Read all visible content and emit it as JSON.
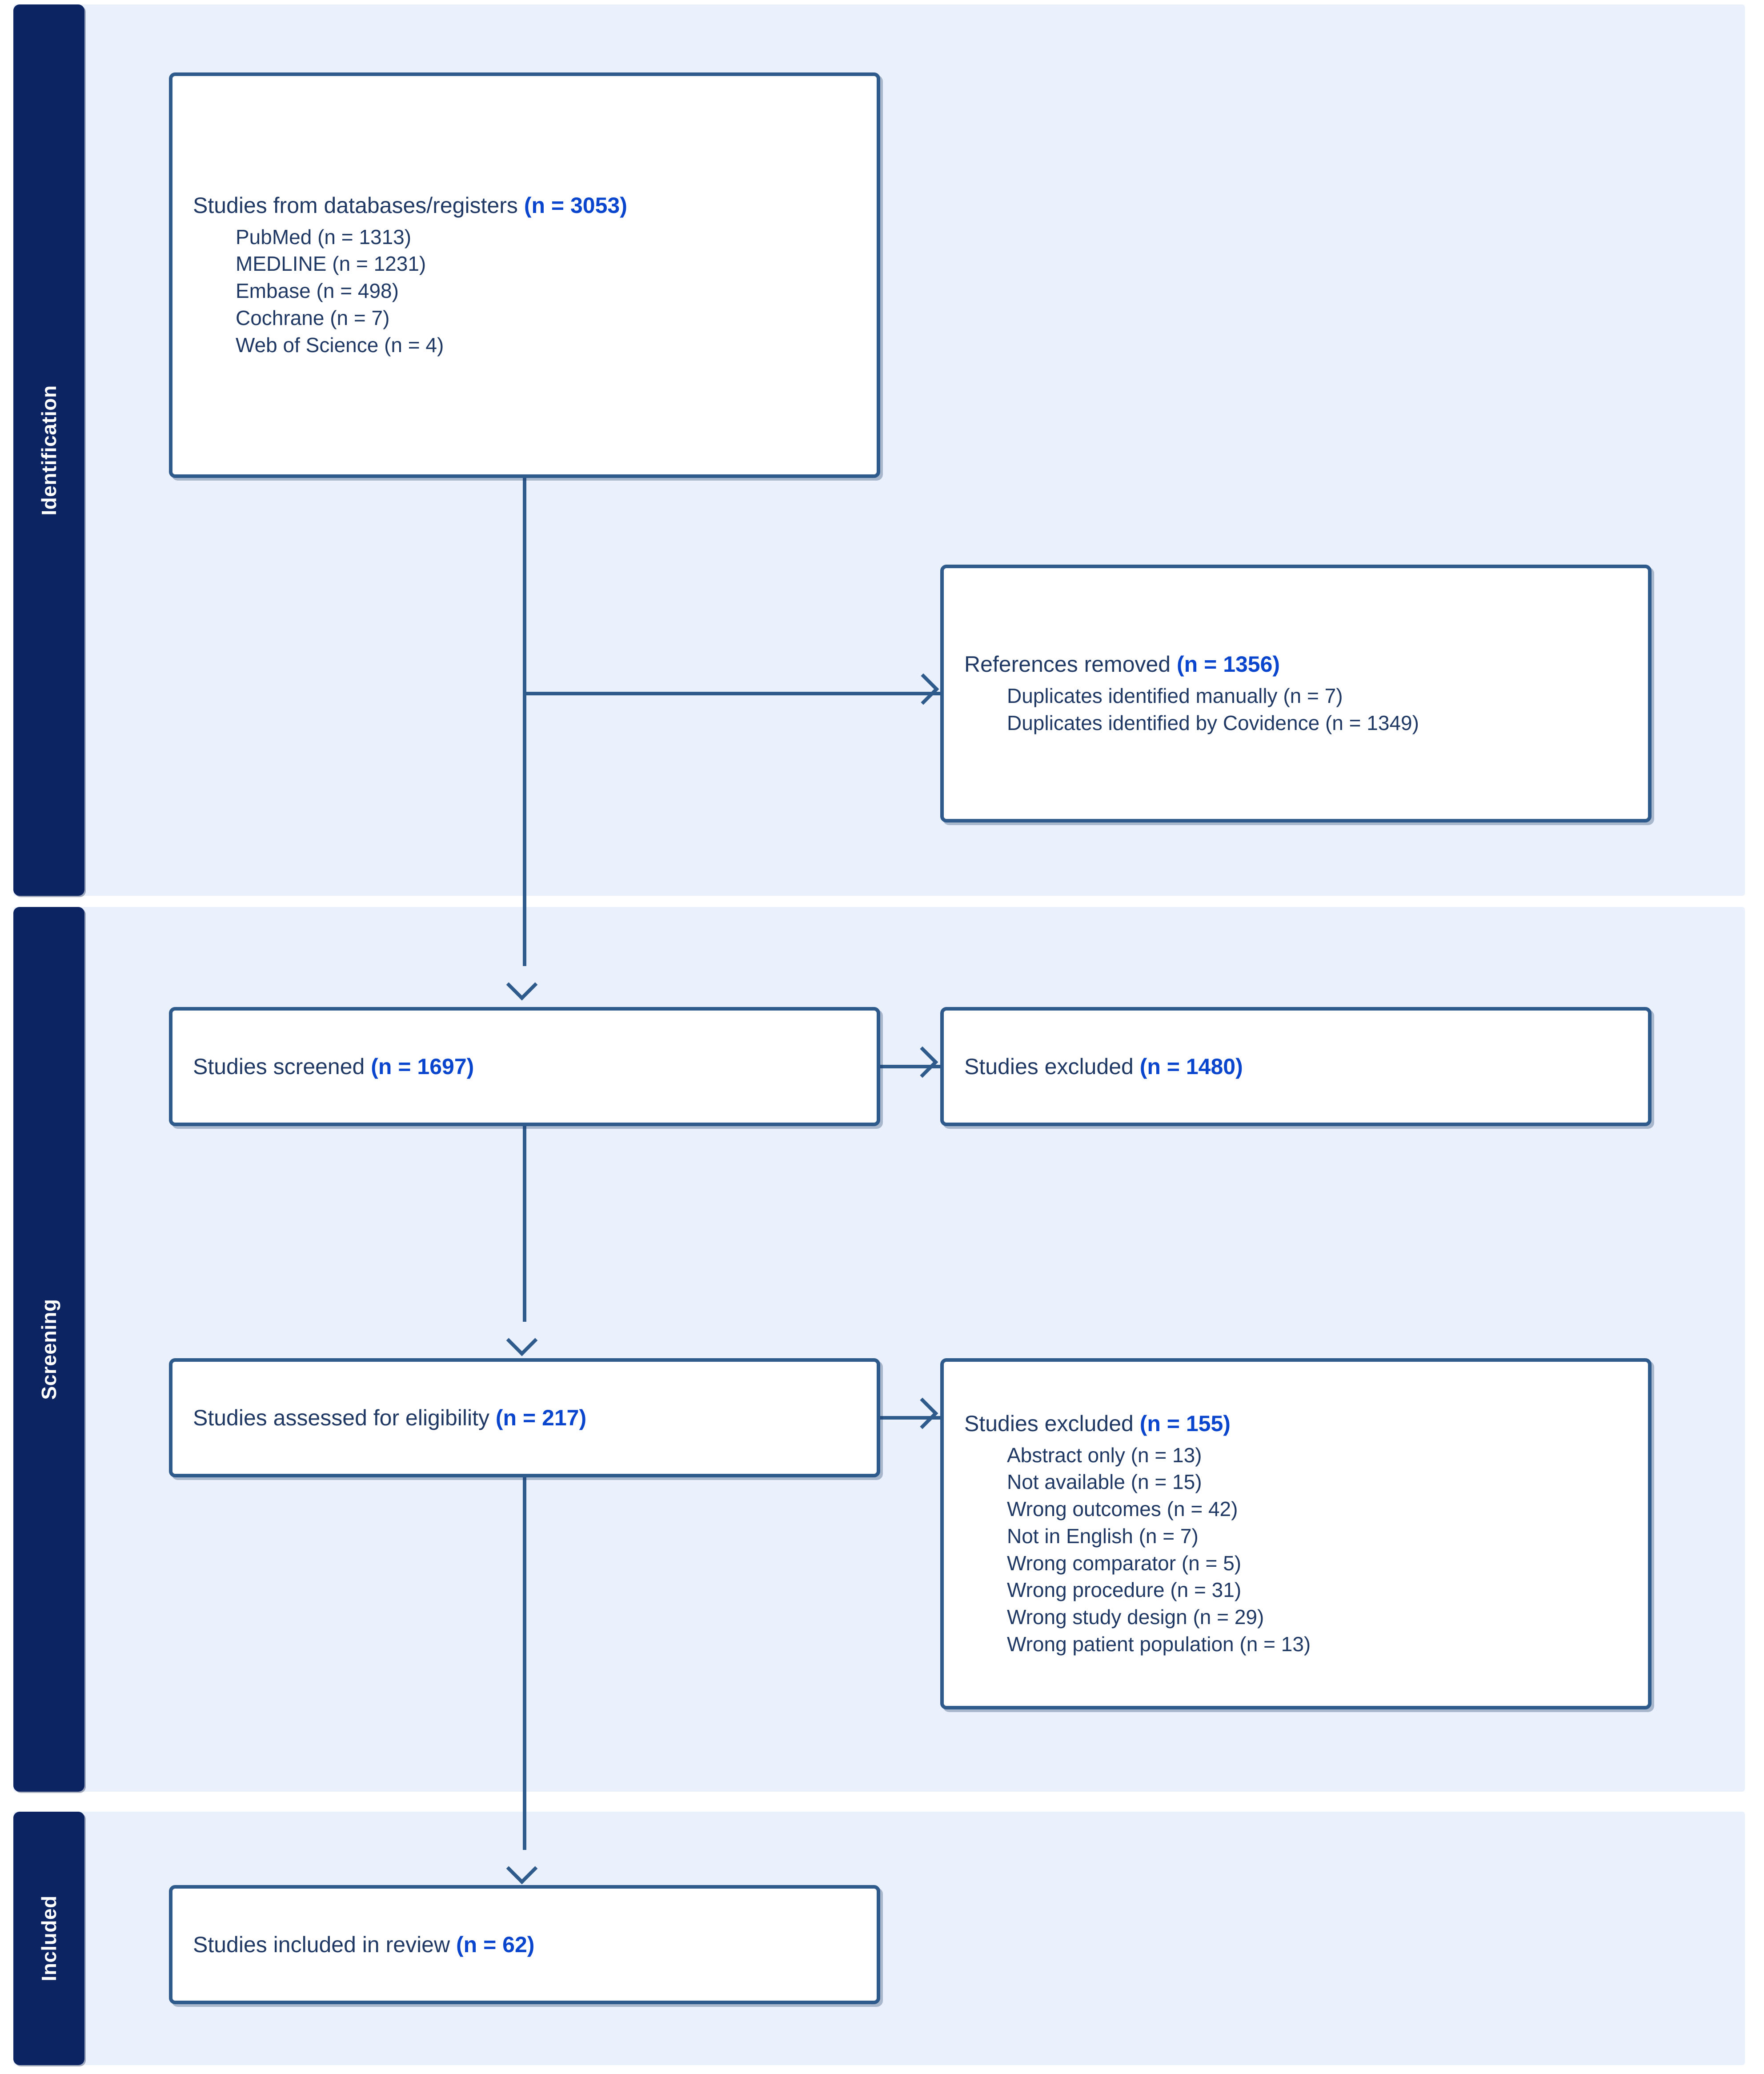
{
  "diagram": {
    "type": "prisma-flow-diagram",
    "colors": {
      "band_background": "#EAF1FD",
      "pillar_background": "#0D2463",
      "box_border": "#2E5B8C",
      "text_navy": "#1F3864",
      "count_blue": "#0A45CE",
      "page_background": "#FFFFFF"
    }
  },
  "stages": {
    "identification": {
      "label": "Identification"
    },
    "screening": {
      "label": "Screening"
    },
    "included": {
      "label": "Included"
    }
  },
  "nodes": {
    "sources": {
      "title_text": "Studies from databases/registers ",
      "title_count": "(n = 3053)",
      "items": [
        "PubMed (n = 1313)",
        "MEDLINE (n = 1231)",
        "Embase (n = 498)",
        "Cochrane (n = 7)",
        "Web of Science (n = 4)"
      ]
    },
    "removed": {
      "title_text": "References removed ",
      "title_count": "(n = 1356)",
      "items": [
        "Duplicates identified manually (n = 7)",
        "Duplicates identified by Covidence (n = 1349)"
      ]
    },
    "screened": {
      "title_text": "Studies screened ",
      "title_count": "(n = 1697)",
      "items": []
    },
    "excluded_screening": {
      "title_text": "Studies excluded ",
      "title_count": "(n = 1480)",
      "items": []
    },
    "eligibility": {
      "title_text": "Studies assessed for eligibility ",
      "title_count": "(n = 217)",
      "items": []
    },
    "excluded_eligibility": {
      "title_text": "Studies excluded ",
      "title_count": "(n = 155)",
      "items": [
        "Abstract only (n = 13)",
        "Not available (n = 15)",
        "Wrong outcomes (n = 42)",
        "Not in English (n = 7)",
        "Wrong comparator (n = 5)",
        "Wrong procedure (n = 31)",
        "Wrong study design (n = 29)",
        "Wrong patient population (n = 13)"
      ]
    },
    "included": {
      "title_text": "Studies included in review ",
      "title_count": "(n = 62)",
      "items": []
    }
  },
  "chart_data": {
    "type": "diagram",
    "title": "PRISMA study selection flow",
    "flow": [
      {
        "id": "sources",
        "stage": "Identification",
        "label": "Studies from databases/registers",
        "n": 3053,
        "breakdown": [
          {
            "label": "PubMed",
            "n": 1313
          },
          {
            "label": "MEDLINE",
            "n": 1231
          },
          {
            "label": "Embase",
            "n": 498
          },
          {
            "label": "Cochrane",
            "n": 7
          },
          {
            "label": "Web of Science",
            "n": 4
          }
        ]
      },
      {
        "id": "removed",
        "stage": "Identification",
        "label": "References removed",
        "n": 1356,
        "breakdown": [
          {
            "label": "Duplicates identified manually",
            "n": 7
          },
          {
            "label": "Duplicates identified by Covidence",
            "n": 1349
          }
        ]
      },
      {
        "id": "screened",
        "stage": "Screening",
        "label": "Studies screened",
        "n": 1697,
        "breakdown": []
      },
      {
        "id": "excluded_screening",
        "stage": "Screening",
        "label": "Studies excluded",
        "n": 1480,
        "breakdown": []
      },
      {
        "id": "eligibility",
        "stage": "Screening",
        "label": "Studies assessed for eligibility",
        "n": 217,
        "breakdown": []
      },
      {
        "id": "excluded_eligibility",
        "stage": "Screening",
        "label": "Studies excluded",
        "n": 155,
        "breakdown": [
          {
            "label": "Abstract only",
            "n": 13
          },
          {
            "label": "Not available",
            "n": 15
          },
          {
            "label": "Wrong outcomes",
            "n": 42
          },
          {
            "label": "Not in English",
            "n": 7
          },
          {
            "label": "Wrong comparator",
            "n": 5
          },
          {
            "label": "Wrong procedure",
            "n": 31
          },
          {
            "label": "Wrong study design",
            "n": 29
          },
          {
            "label": "Wrong patient population",
            "n": 13
          }
        ]
      },
      {
        "id": "included",
        "stage": "Included",
        "label": "Studies included in review",
        "n": 62,
        "breakdown": []
      }
    ],
    "edges": [
      {
        "from": "sources",
        "to": "removed",
        "kind": "exclusion"
      },
      {
        "from": "sources",
        "to": "screened",
        "kind": "flow"
      },
      {
        "from": "screened",
        "to": "excluded_screening",
        "kind": "exclusion"
      },
      {
        "from": "screened",
        "to": "eligibility",
        "kind": "flow"
      },
      {
        "from": "eligibility",
        "to": "excluded_eligibility",
        "kind": "exclusion"
      },
      {
        "from": "eligibility",
        "to": "included",
        "kind": "flow"
      }
    ]
  }
}
